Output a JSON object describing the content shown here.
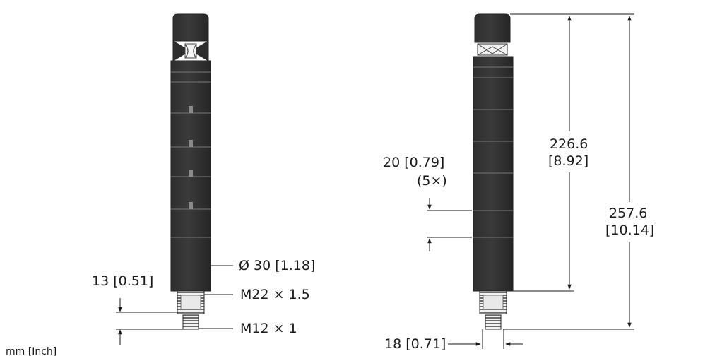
{
  "units_note": "mm [Inch]",
  "left_view": {
    "diameter": "Ø 30 [1.18]",
    "thread_main": "M22 × 1.5",
    "connector": "M12 × 1",
    "connector_length": "13 [0.51]"
  },
  "right_view": {
    "segment_height_line1": "20 [0.79]",
    "segment_height_line2": "(5×)",
    "body_height_line1": "226.6",
    "body_height_line2": "[8.92]",
    "total_height_line1": "257.6",
    "total_height_line2": "[10.14]",
    "connector_width": "18 [0.71]"
  }
}
